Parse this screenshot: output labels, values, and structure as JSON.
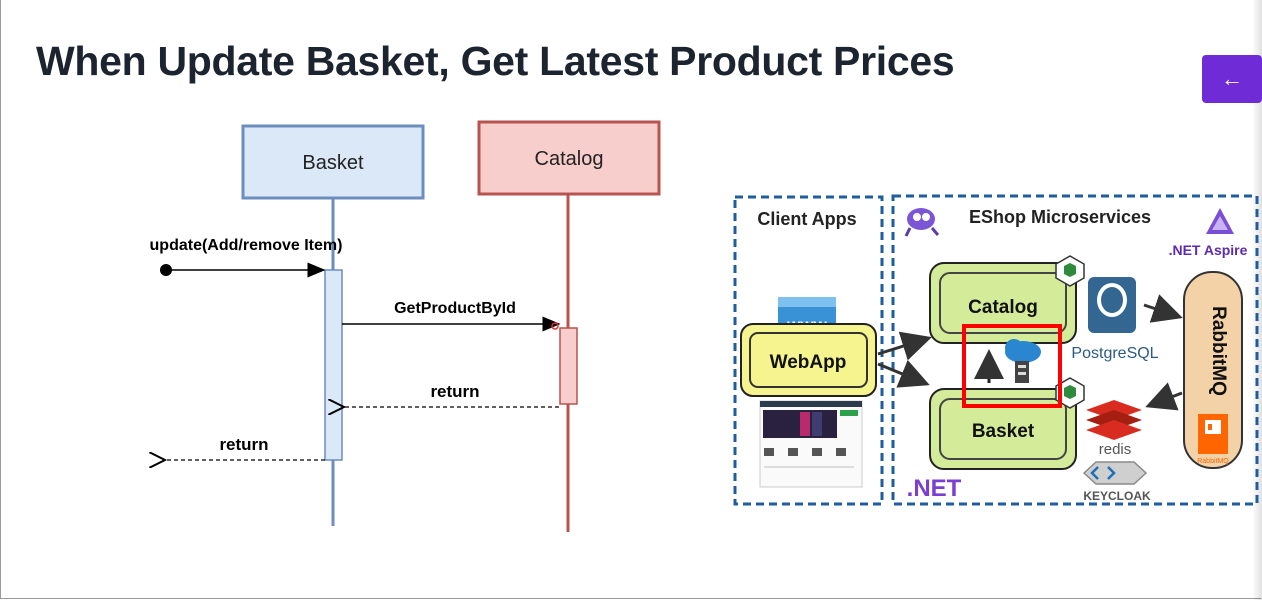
{
  "slide": {
    "title": "When Update Basket, Get Latest Product Prices"
  },
  "nav": {
    "back_icon": "arrow-left-icon",
    "back_glyph": "←",
    "accent": "#6f2bd6"
  },
  "sequence": {
    "participants": [
      {
        "label": "Basket",
        "fill": "#dbe8f8",
        "stroke": "#6c8ebf"
      },
      {
        "label": "Catalog",
        "fill": "#f8cecc",
        "stroke": "#b85450"
      }
    ],
    "messages": {
      "update": "update(Add/remove Item)",
      "get_product": "GetProductById",
      "return_catalog": "return",
      "return_basket": "return"
    }
  },
  "architecture": {
    "client_apps_title": "Client Apps",
    "microservices_title": "EShop Microservices",
    "aspire_label": ".NET Aspire",
    "webapp_label": "WebApp",
    "www_label": "WWW",
    "catalog_label": "Catalog",
    "basket_label": "Basket",
    "postgres_label": "PostgreSQL",
    "rabbitmq_label": "RabbitMQ",
    "rabbitmq_logo_text": "RabbitMQ",
    "redis_label": "redis",
    "keycloak_label": "KEYCLOAK",
    "dotnet_label": ".NET",
    "highlight_color": "#ff0000",
    "service_fill": "#d4ec9a",
    "webapp_fill": "#f6f48f",
    "dashed_border": "#1f5e9e"
  }
}
